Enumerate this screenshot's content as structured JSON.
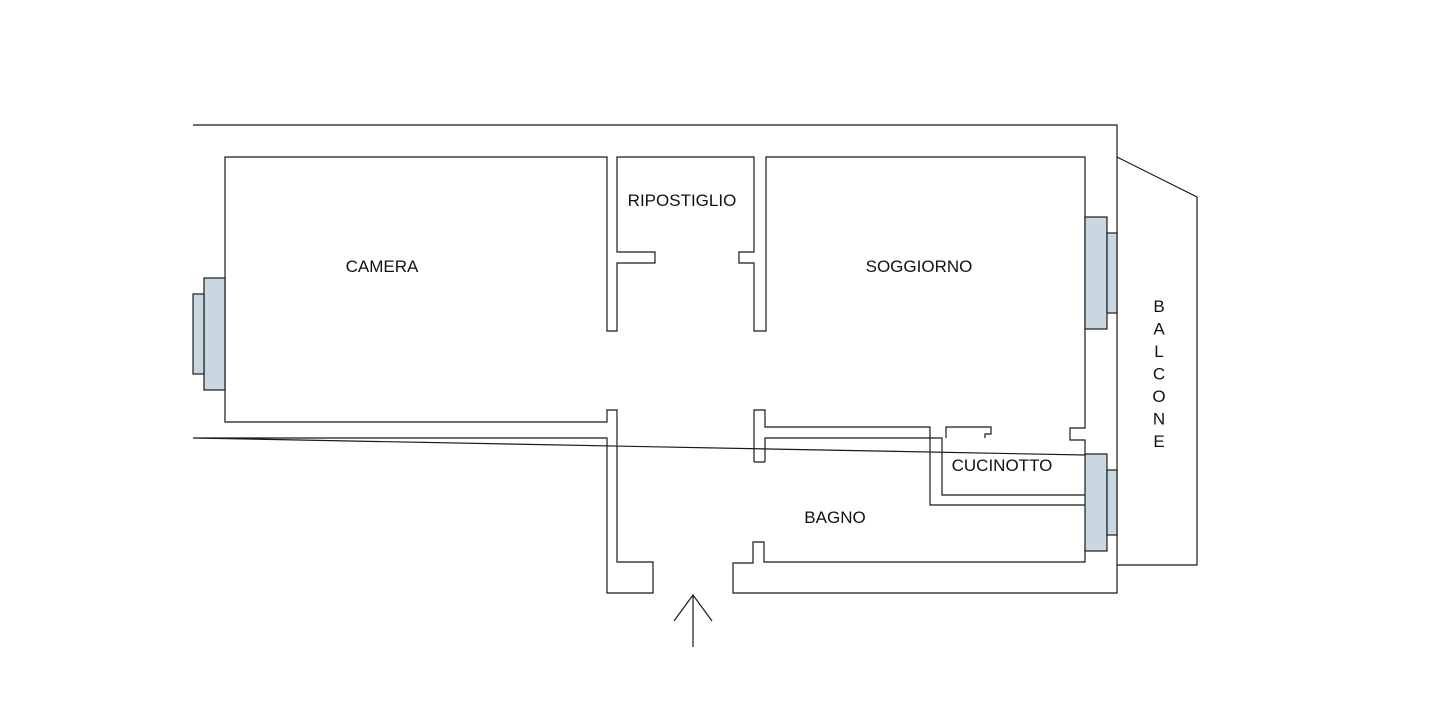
{
  "rooms": {
    "camera": "CAMERA",
    "ripostiglio": "RIPOSTIGLIO",
    "soggiorno": "SOGGIORNO",
    "cucinotto": "CUCINOTTO",
    "bagno": "BAGNO",
    "balcone": "BALCONE"
  },
  "colors": {
    "window_fill": "#c9d7e0",
    "wall_stroke": "#1a1a1a"
  }
}
